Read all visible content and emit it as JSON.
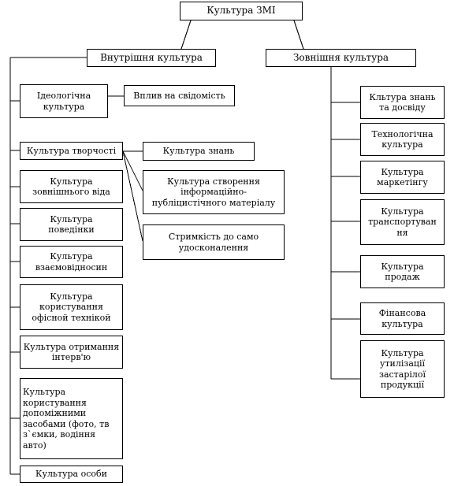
{
  "title": "Культура ЗМІ",
  "internal": {
    "label": "Внутрішня культура",
    "items": [
      "Ідеологічна\nкультура",
      "Культура творчості",
      "Культура\nзовнішнього віда",
      "Культура\nповедінки",
      "Культура\nвзаємовідносин",
      "Культура\nкористування\nофісной технікой",
      "Культура отримання\nінтерв'ю",
      "Культура\nкористування\nдопоміжними\nзасобами (фото, тв\nз`ємки, водіння\nавто)",
      "Культура особи"
    ],
    "influence": "Вплив на свідомість",
    "creativity_subitems": [
      "Культура знань",
      "Культура створення\nінформаційно-\nпубліцистічного матеріалу",
      "Стримкість до само\nудосконалення"
    ]
  },
  "external": {
    "label": "Зовнішня культура",
    "items": [
      "Кльтура знань\nта досвіду",
      "Технологічна\nкультура",
      "Культура\nмаркетінгу",
      "Культура\nтранспортуван\nня",
      "Культура\nпродаж",
      "Фінансова\nкультура",
      "Культура\nутилізації\nзастарілої\nпродукції"
    ]
  }
}
